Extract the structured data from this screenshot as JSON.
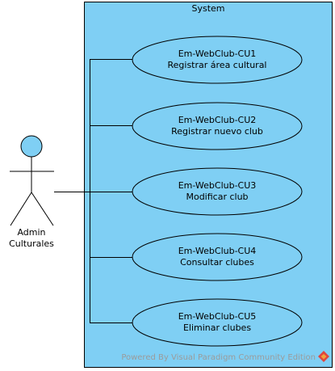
{
  "system": {
    "title": "System"
  },
  "actor": {
    "name_line1": "Admin",
    "name_line2": "Culturales"
  },
  "use_cases": [
    {
      "id": "Em-WebClub-CU1",
      "name": "Registrar área cultural"
    },
    {
      "id": "Em-WebClub-CU2",
      "name": "Registrar nuevo club"
    },
    {
      "id": "Em-WebClub-CU3",
      "name": "Modificar club"
    },
    {
      "id": "Em-WebClub-CU4",
      "name": "Consultar clubes"
    },
    {
      "id": "Em-WebClub-CU5",
      "name": "Eliminar clubes"
    }
  ],
  "watermark": {
    "text": "Powered By Visual Paradigm Community Edition",
    "icon": "visual-paradigm-logo-icon"
  },
  "colors": {
    "system_fill": "#7fcff4",
    "use_case_fill": "#7fcff4",
    "actor_head_fill": "#7fcff4",
    "line": "#000000",
    "watermark_text": "#9b9b9b",
    "logo_red": "#e0463f",
    "logo_orange": "#f0a23c"
  }
}
